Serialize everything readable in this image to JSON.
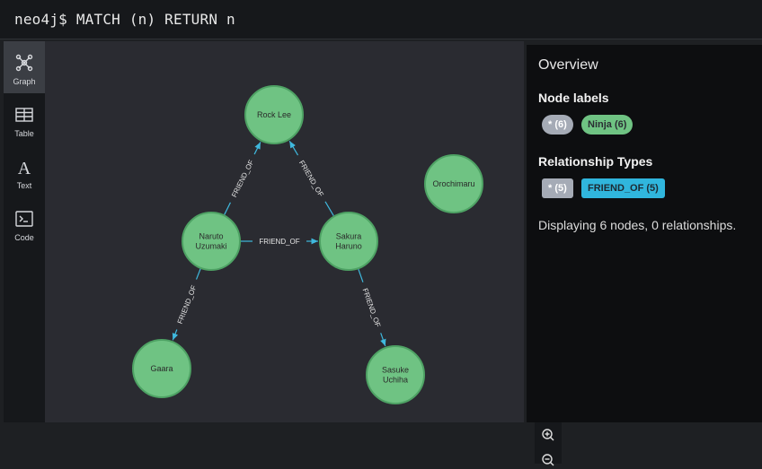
{
  "query": {
    "prompt": "neo4j$",
    "text": "MATCH (n) RETURN n"
  },
  "sidebar": {
    "items": [
      {
        "label": "Graph",
        "icon": "graph-icon",
        "active": true
      },
      {
        "label": "Table",
        "icon": "table-icon",
        "active": false
      },
      {
        "label": "Text",
        "icon": "text-icon",
        "active": false
      },
      {
        "label": "Code",
        "icon": "code-icon",
        "active": false
      }
    ]
  },
  "graph": {
    "node_color": "#6fc383",
    "node_stroke": "#4ea264",
    "edge_color": "#3fb8dd",
    "nodes": [
      {
        "id": "rock",
        "lines": [
          "Rock Lee"
        ]
      },
      {
        "id": "naruto",
        "lines": [
          "Naruto",
          "Uzumaki"
        ]
      },
      {
        "id": "sakura",
        "lines": [
          "Sakura",
          "Haruno"
        ]
      },
      {
        "id": "gaara",
        "lines": [
          "Gaara"
        ]
      },
      {
        "id": "sasuke",
        "lines": [
          "Sasuke",
          "Uchiha"
        ]
      },
      {
        "id": "orochimaru",
        "lines": [
          "Orochimaru"
        ]
      }
    ],
    "edges": [
      {
        "from": "naruto",
        "to": "rock",
        "label": "FRIEND_OF"
      },
      {
        "from": "sakura",
        "to": "rock",
        "label": "FRIEND_OF"
      },
      {
        "from": "naruto",
        "to": "sakura",
        "label": "FRIEND_OF"
      },
      {
        "from": "naruto",
        "to": "gaara",
        "label": "FRIEND_OF"
      },
      {
        "from": "sakura",
        "to": "sasuke",
        "label": "FRIEND_OF"
      }
    ]
  },
  "overview": {
    "title": "Overview",
    "node_labels_heading": "Node labels",
    "node_labels": [
      {
        "text": "* (6)",
        "color": "#a5abb6"
      },
      {
        "text": "Ninja (6)",
        "color": "#6fc383"
      }
    ],
    "rel_types_heading": "Relationship Types",
    "rel_types": [
      {
        "text": "* (5)",
        "color": "#a5abb6"
      },
      {
        "text": "FRIEND_OF (5)",
        "color": "#30b6dd"
      }
    ],
    "status": "Displaying 6 nodes, 0 relationships."
  }
}
